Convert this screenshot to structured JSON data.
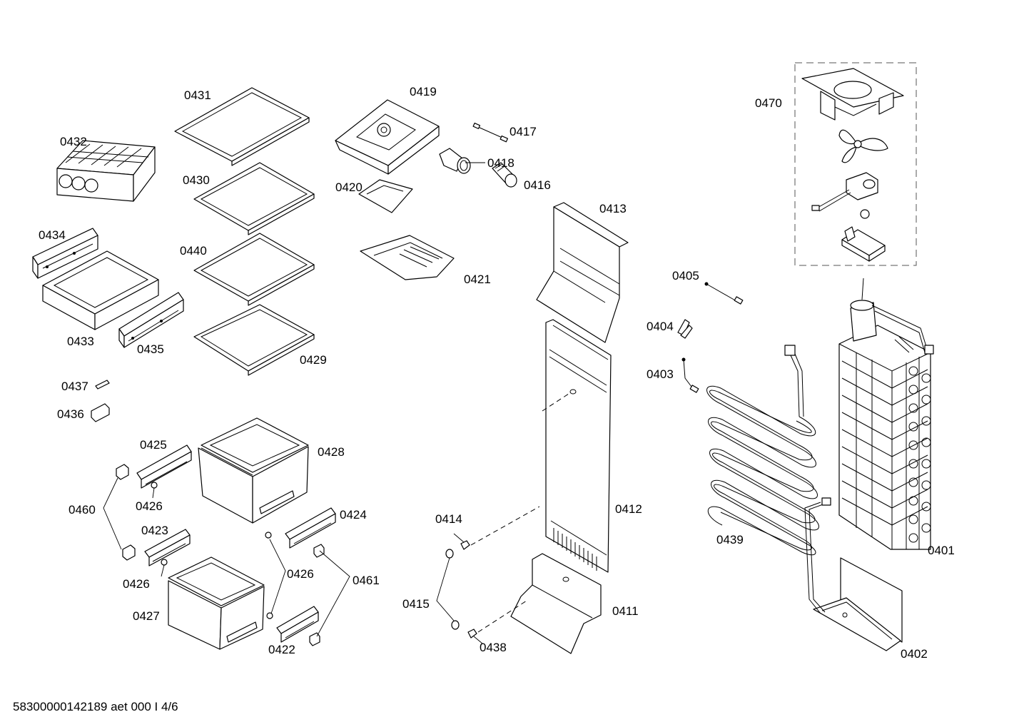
{
  "labels": {
    "p0431": "0431",
    "p0432": "0432",
    "p0430": "0430",
    "p0434": "0434",
    "p0440": "0440",
    "p0433": "0433",
    "p0435": "0435",
    "p0429": "0429",
    "p0437": "0437",
    "p0436": "0436",
    "p0425": "0425",
    "p0428": "0428",
    "p0460": "0460",
    "p0426a": "0426",
    "p0423": "0423",
    "p0424": "0424",
    "p0426b": "0426",
    "p0426c": "0426",
    "p0461": "0461",
    "p0427": "0427",
    "p0422": "0422",
    "p0419": "0419",
    "p0417": "0417",
    "p0418": "0418",
    "p0420": "0420",
    "p0416": "0416",
    "p0421": "0421",
    "p0413": "0413",
    "p0412": "0412",
    "p0414": "0414",
    "p0415": "0415",
    "p0411": "0411",
    "p0438": "0438",
    "p0470": "0470",
    "p0405": "0405",
    "p0404": "0404",
    "p0403": "0403",
    "p0439": "0439",
    "p0401": "0401",
    "p0402": "0402"
  },
  "footer": "58300000142189 aet 000 I 4/6"
}
